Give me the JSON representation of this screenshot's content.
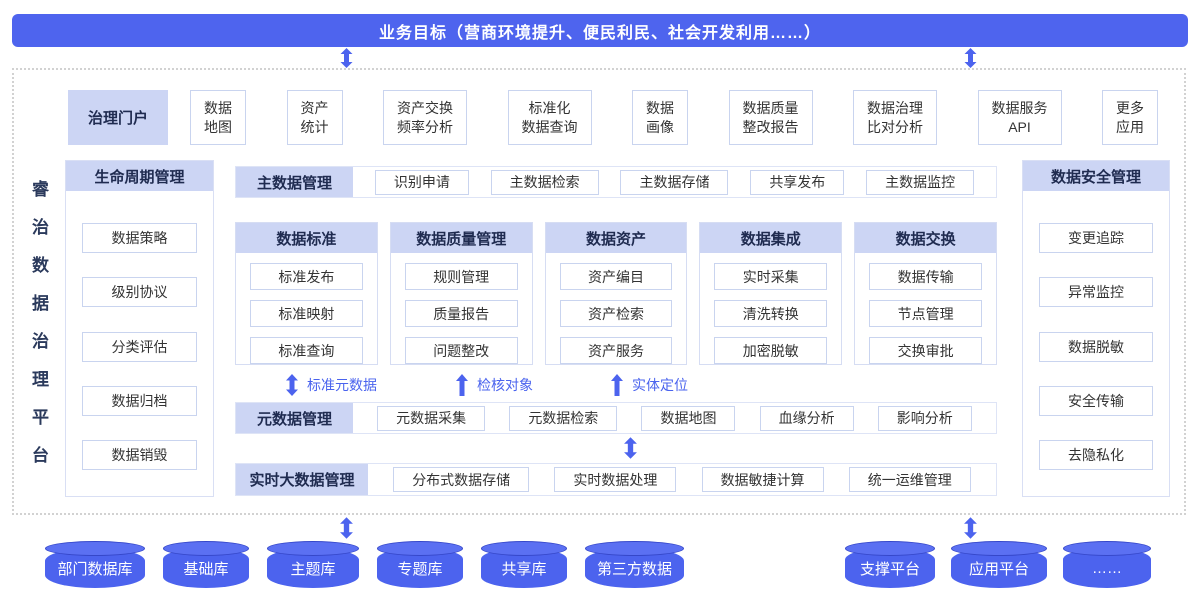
{
  "banner": {
    "text": "业务目标（营商环境提升、便民利民、社会开发利用……）"
  },
  "platform_title": "睿治数据治理平台",
  "portal": {
    "header": "治理门户",
    "items": [
      "数据\n地图",
      "资产\n统计",
      "资产交换\n频率分析",
      "标准化\n数据查询",
      "数据\n画像",
      "数据质量\n整改报告",
      "数据治理\n比对分析",
      "数据服务\nAPI",
      "更多\n应用"
    ]
  },
  "lifecycle": {
    "header": "生命周期管理",
    "items": [
      "数据策略",
      "级别协议",
      "分类评估",
      "数据归档",
      "数据销毁"
    ]
  },
  "master_data": {
    "header": "主数据管理",
    "items": [
      "识别申请",
      "主数据检索",
      "主数据存储",
      "共享发布",
      "主数据监控"
    ]
  },
  "columns": [
    {
      "header": "数据标准",
      "items": [
        "标准发布",
        "标准映射",
        "标准查询"
      ]
    },
    {
      "header": "数据质量管理",
      "items": [
        "规则管理",
        "质量报告",
        "问题整改"
      ]
    },
    {
      "header": "数据资产",
      "items": [
        "资产编目",
        "资产检索",
        "资产服务"
      ]
    },
    {
      "header": "数据集成",
      "items": [
        "实时采集",
        "清洗转换",
        "加密脱敏"
      ]
    },
    {
      "header": "数据交换",
      "items": [
        "数据传输",
        "节点管理",
        "交换审批"
      ]
    }
  ],
  "flow_labels": [
    "标准元数据",
    "检核对象",
    "实体定位"
  ],
  "metadata": {
    "header": "元数据管理",
    "items": [
      "元数据采集",
      "元数据检索",
      "数据地图",
      "血缘分析",
      "影响分析"
    ]
  },
  "bigdata": {
    "header": "实时大数据管理",
    "items": [
      "分布式数据存储",
      "实时数据处理",
      "数据敏捷计算",
      "统一运维管理"
    ]
  },
  "security": {
    "header": "数据安全管理",
    "items": [
      "变更追踪",
      "异常监控",
      "数据脱敏",
      "安全传输",
      "去隐私化"
    ]
  },
  "databases": [
    "部门数据库",
    "基础库",
    "主题库",
    "专题库",
    "共享库",
    "第三方数据"
  ],
  "platforms": [
    "支撑平台",
    "应用平台",
    "……"
  ],
  "colors": {
    "accent": "#4c63ee",
    "header_bg": "#ccd5f4",
    "navy": "#1f2b50",
    "box_border": "#c9d4ef"
  }
}
